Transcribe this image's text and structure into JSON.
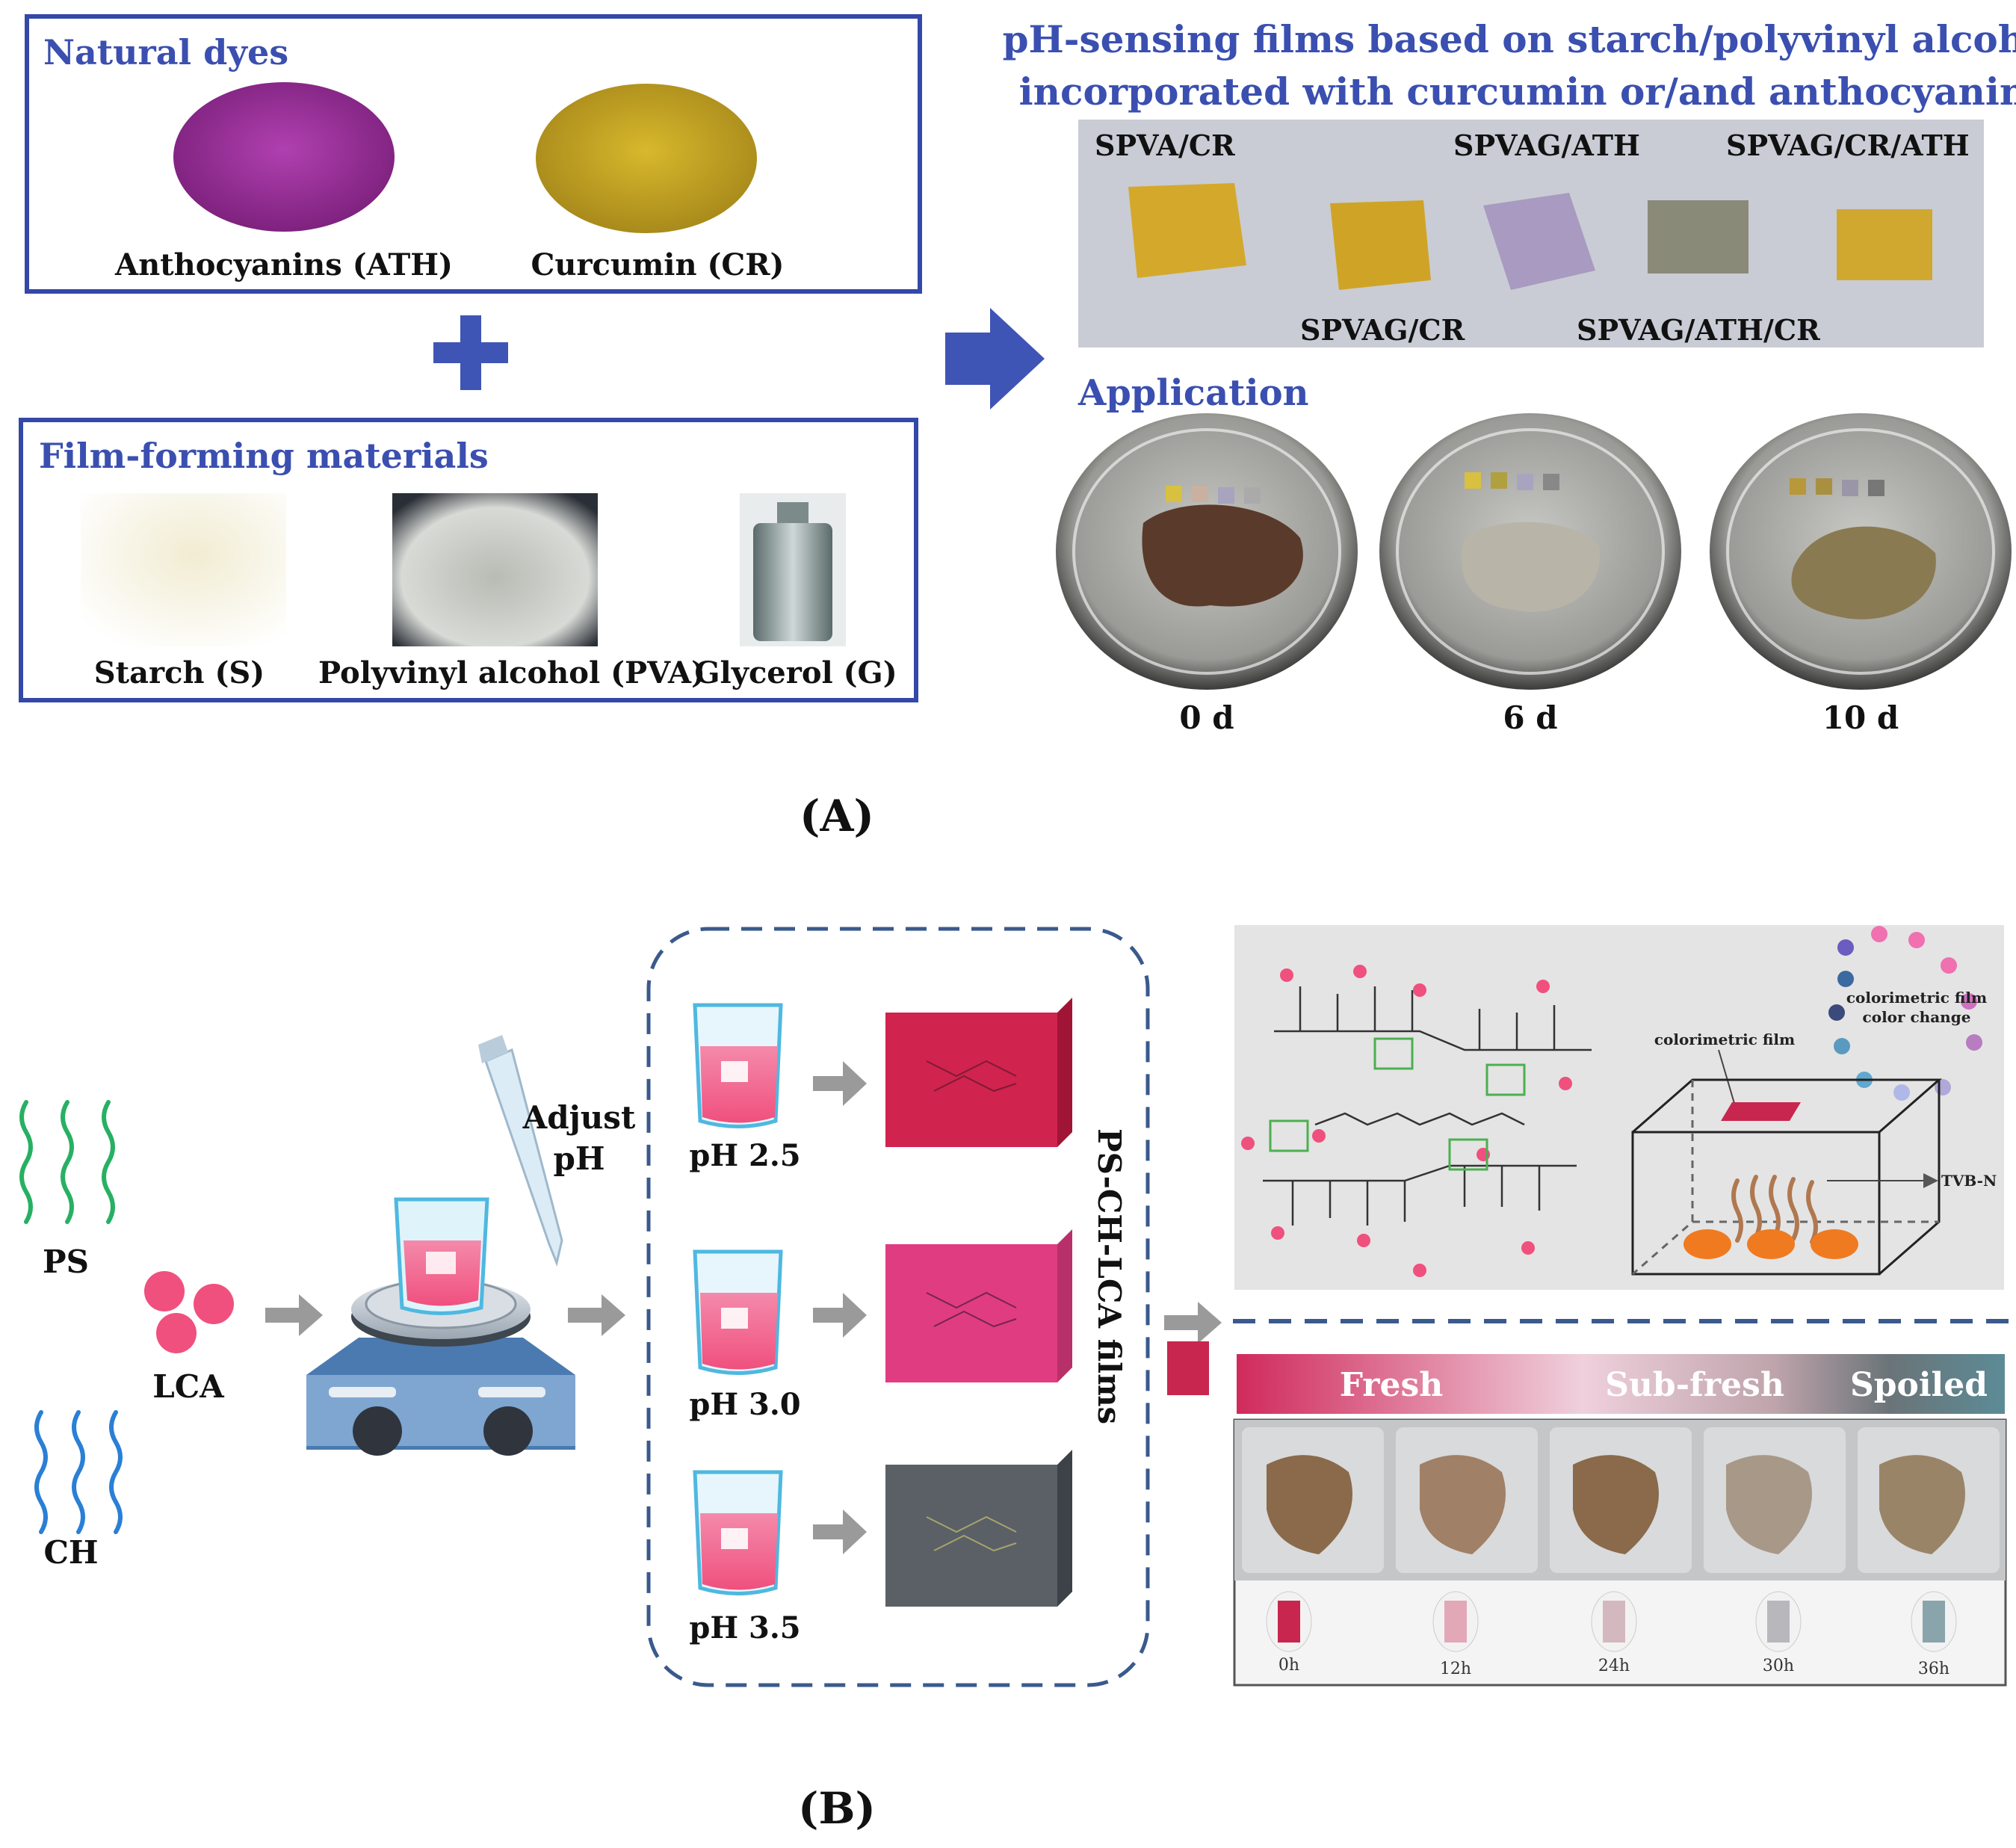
{
  "panel_a": {
    "natural_dyes": {
      "title": "Natural dyes",
      "anthocyanins": "Anthocyanins (ATH)",
      "curcumin": "Curcumin (CR)"
    },
    "film_forming": {
      "title": "Film-forming materials",
      "starch": "Starch (S)",
      "pva": "Polyvinyl alcohol (PVA)",
      "glycerol": "Glycerol (G)"
    },
    "films_title_line1": "pH-sensing films based on starch/polyvinyl alcohol",
    "films_title_line2": "incorporated with curcumin or/and anthocyanins",
    "film_labels": {
      "spva_cr": "SPVA/CR",
      "spvag_ath": "SPVAG/ATH",
      "spvag_cr_ath": "SPVAG/CR/ATH",
      "spvag_cr": "SPVAG/CR",
      "spvag_ath_cr": "SPVAG/ATH/CR"
    },
    "application_title": "Application",
    "days": [
      "0 d",
      "6 d",
      "10 d"
    ],
    "label": "(A)"
  },
  "panel_b": {
    "ps": "PS",
    "ch": "CH",
    "lca": "LCA",
    "adjust_line1": "Adjust",
    "adjust_line2": "pH",
    "ph_values": [
      "pH 2.5",
      "pH 3.0",
      "pH 3.5"
    ],
    "films_label": "PS-CH-LCA films",
    "colorimetric_film": "colorimetric film",
    "color_change_line1": "colorimetric film",
    "color_change_line2": "color change",
    "tvbn": "TVB-N",
    "freshness": [
      "Fresh",
      "Sub-fresh",
      "Spoiled"
    ],
    "times": [
      "0h",
      "12h",
      "24h",
      "30h",
      "36h"
    ],
    "label": "(B)"
  },
  "colors": {
    "box_blue": "#3348a8",
    "title_blue": "#3a4fb0",
    "arrow_blue": "#3f55b5",
    "pink": "#f0507e",
    "film_red": "#d0234d",
    "film_pink": "#e03c82",
    "film_gray": "#5a6066",
    "dash_blue": "#3a5a8c"
  }
}
